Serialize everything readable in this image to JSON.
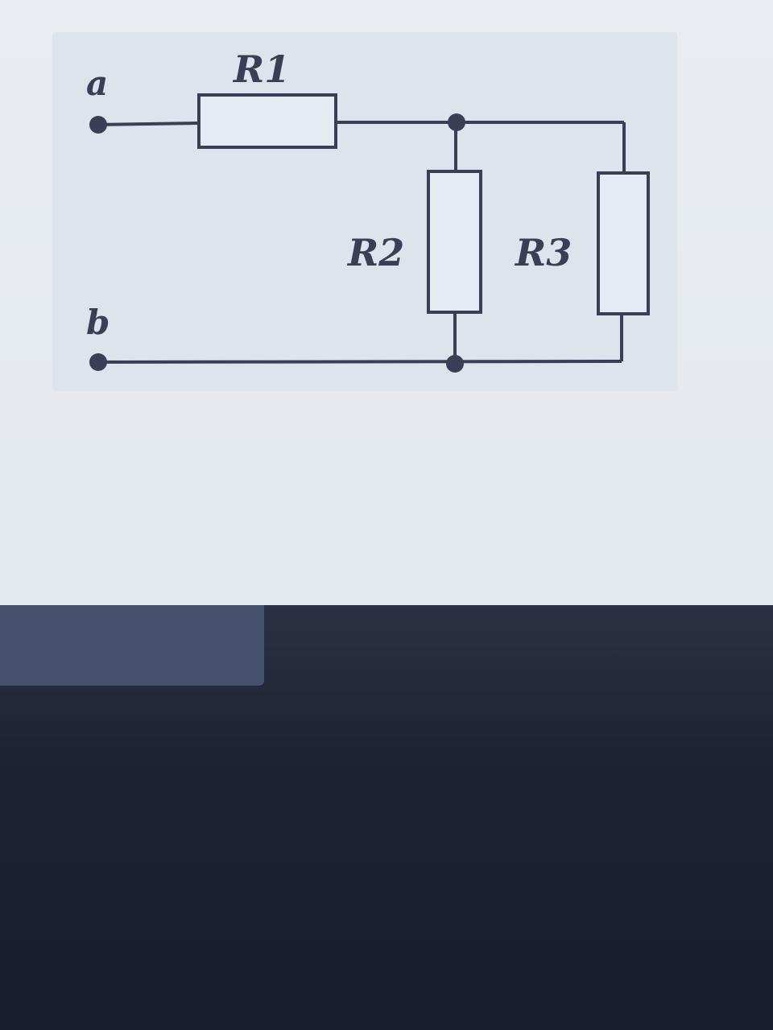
{
  "diagram": {
    "terminals": [
      "a",
      "b"
    ],
    "resistors": [
      "R1",
      "R2",
      "R3"
    ],
    "wire_color": "#3b3e55"
  }
}
